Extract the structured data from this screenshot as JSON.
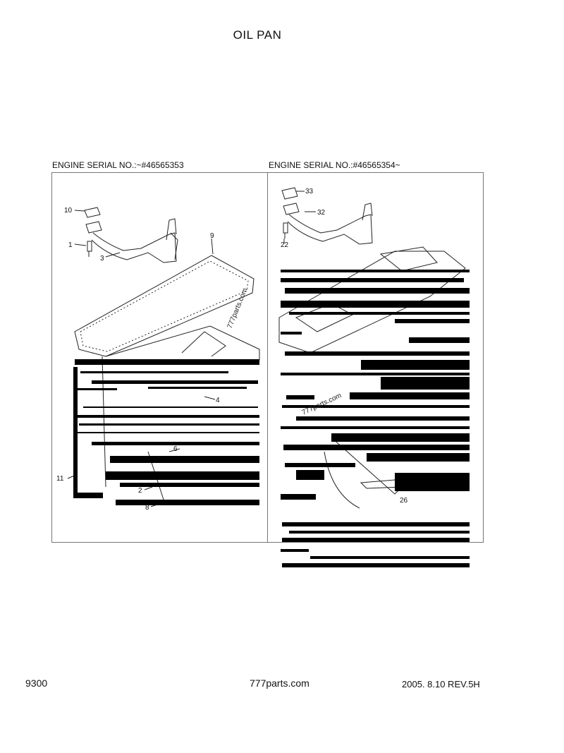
{
  "page": {
    "title": "OIL PAN",
    "left_serial": "ENGINE SERIAL NO.:~#46565353",
    "right_serial": "ENGINE SERIAL NO.:#46565354~"
  },
  "callouts_left": [
    "10",
    "1",
    "3",
    "9",
    "4",
    "6",
    "11",
    "2",
    "8"
  ],
  "callouts_right": [
    "33",
    "32",
    "22",
    "26"
  ],
  "watermark": "777parts.com",
  "footer": {
    "code": "9300",
    "site": "777parts.com",
    "revision": "2005. 8.10  REV.5H"
  },
  "colors": {
    "line": "#222222",
    "frame": "#777777",
    "fill_dark": "#000000"
  }
}
